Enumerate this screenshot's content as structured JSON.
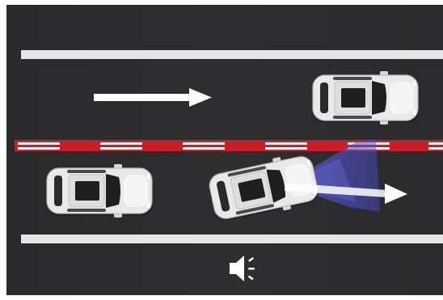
{
  "scene": {
    "background_color": "#ffffff",
    "road_color": "#2e2e30",
    "lane_line_color": "#e6e6e6",
    "center_line_color": "#c81e28",
    "center_dash_color": "#f2f2f2",
    "car_color": "#e9e9e9",
    "car_window_color": "#1f1f1f",
    "arrow_color": "#ffffff",
    "radar_color": "#5a5ad6",
    "icon_color": "#ffffff"
  },
  "vehicles": [
    {
      "name": "vehicle-top-right",
      "lane": "upper",
      "heading": "right",
      "role": "oncoming-lane"
    },
    {
      "name": "vehicle-lower-left",
      "lane": "lower",
      "heading": "right",
      "role": "following"
    },
    {
      "name": "vehicle-lower-ego",
      "lane": "lower",
      "heading": "right",
      "role": "ego-changing-lane"
    }
  ],
  "icons": [
    {
      "name": "direction-arrow-icon",
      "meaning": "upper-lane-direction"
    },
    {
      "name": "radar-arrow-icon",
      "meaning": "ego-heading"
    },
    {
      "name": "speaker-icon",
      "meaning": "audible-warning"
    }
  ]
}
